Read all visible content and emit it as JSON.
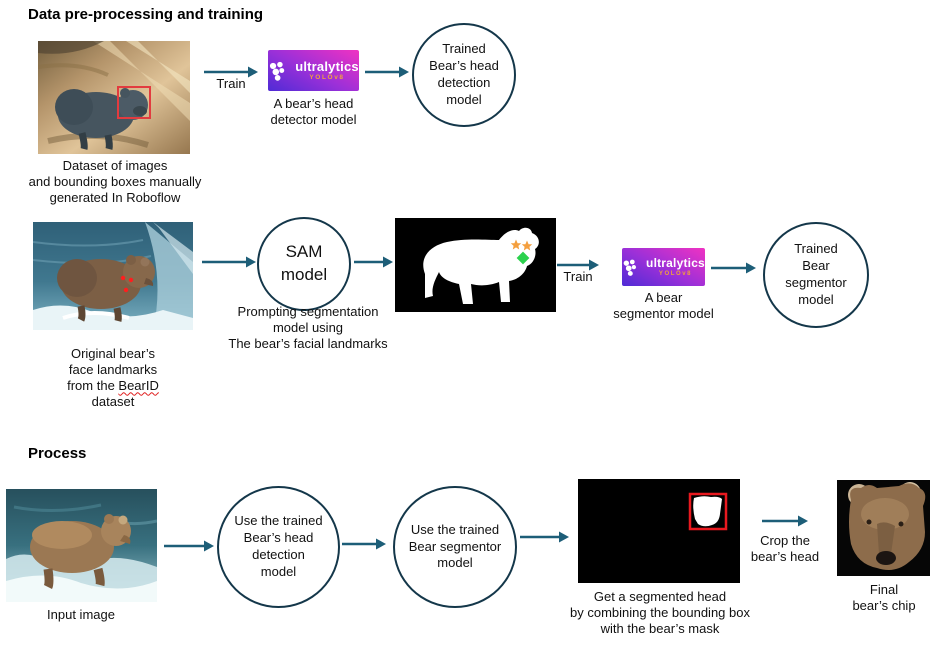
{
  "palette": {
    "arrow": "#1d5e78",
    "circle_border": "#14374a",
    "yolo_gradient_from": "#4f2bd6",
    "yolo_gradient_to": "#f032c2",
    "yolo_version_color": "#f0a23c",
    "bbox_red": "#e23b3f",
    "landmark_red": "#ff1e1e",
    "star_orange": "#f49f3e",
    "diamond_green": "#2bd14d"
  },
  "training": {
    "title": "Data pre-processing and training",
    "dataset1_caption": "Dataset of images\nand bounding boxes manually\ngenerated In Roboflow",
    "train_label1": "Train",
    "yolo1_brand": "ultralytics",
    "yolo1_version": "YOLOv8",
    "yolo1_caption": "A bear’s head\ndetector model",
    "trained_head_circle": "Trained\nBear’s head\ndetection\nmodel",
    "dataset2_line1": "Original bear’s",
    "dataset2_line2": "face landmarks",
    "dataset2_line3_prefix": "from the ",
    "dataset2_line3_word": "BearID",
    "dataset2_line4": "dataset",
    "sam_circle": "SAM\nmodel",
    "sam_caption": "Prompting segmentation\nmodel using\nThe bear’s facial landmarks",
    "train_label2": "Train",
    "yolo2_brand": "ultralytics",
    "yolo2_version": "YOLOv8",
    "yolo2_caption": "A bear\nsegmentor model",
    "trained_segmentor_circle": "Trained\nBear\nsegmentor\nmodel"
  },
  "process": {
    "title": "Process",
    "input_caption": "Input image",
    "head_circle": "Use the trained\nBear’s head\ndetection\nmodel",
    "segmentor_circle": "Use the trained\nBear segmentor\nmodel",
    "segmented_caption": "Get a segmented head\nby combining the bounding box\nwith the bear’s mask",
    "crop_label": "Crop the\nbear’s head",
    "final_caption": "Final\nbear’s chip"
  }
}
